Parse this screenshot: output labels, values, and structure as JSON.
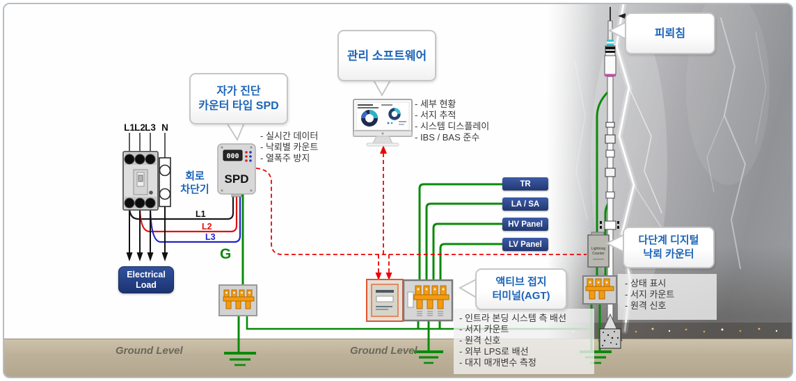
{
  "colors": {
    "accent_blue": "#1b64b8",
    "panel_blue": "#26438e",
    "wire_green": "#0a8a0a",
    "alert_red": "#ee0000",
    "terminal_orange": "#f49b12",
    "ground_tan": "#bdb199",
    "led_red": "#d42222",
    "led_blue": "#2233cc"
  },
  "callouts": {
    "spd": {
      "line1": "자가 진단",
      "line2": "카운터 타입 SPD"
    },
    "software": {
      "label": "관리 소프트웨어"
    },
    "agt": {
      "line1": "액티브 접지",
      "line2": "터미널(AGT)"
    },
    "counter": {
      "line1": "다단계 디지털",
      "line2": "낙뢰 카운터"
    },
    "rod": {
      "label": "피뢰침"
    }
  },
  "breaker": {
    "label_line1": "회로",
    "label_line2": "차단기",
    "phases": [
      "L1",
      "L2",
      "L3",
      "N"
    ]
  },
  "wire_labels": {
    "l1": "L1",
    "l2": "L2",
    "l3": "L3",
    "ground": "G"
  },
  "spd_device": {
    "display": "000",
    "label": "SPD"
  },
  "counter_device": {
    "line1": "Lightning",
    "line2": "Counter"
  },
  "load_box": {
    "line1": "Electrical",
    "line2": "Load"
  },
  "equipment_tags": {
    "tr": "TR",
    "lasa": "LA / SA",
    "hv": "HV Panel",
    "lv": "LV Panel"
  },
  "features": {
    "spd": [
      "- 실시간 데이터",
      "- 낙뢰별 카운트",
      "- 열폭주 방지"
    ],
    "software": [
      "- 세부 현황",
      "- 서지 추적",
      "- 시스템 디스플레이",
      "- IBS / BAS 준수"
    ],
    "counter": [
      "- 상태 표시",
      "- 서지 카운트",
      "- 원격 신호"
    ],
    "agt": [
      "- 인트라 본딩 시스템 측 배선",
      "- 서지 카운트",
      "- 원격 신호",
      "- 외부 LPS로 배선",
      "- 대지 매개변수 측정"
    ]
  },
  "ground_labels": {
    "left": "Ground Level",
    "center": "Ground Level"
  }
}
